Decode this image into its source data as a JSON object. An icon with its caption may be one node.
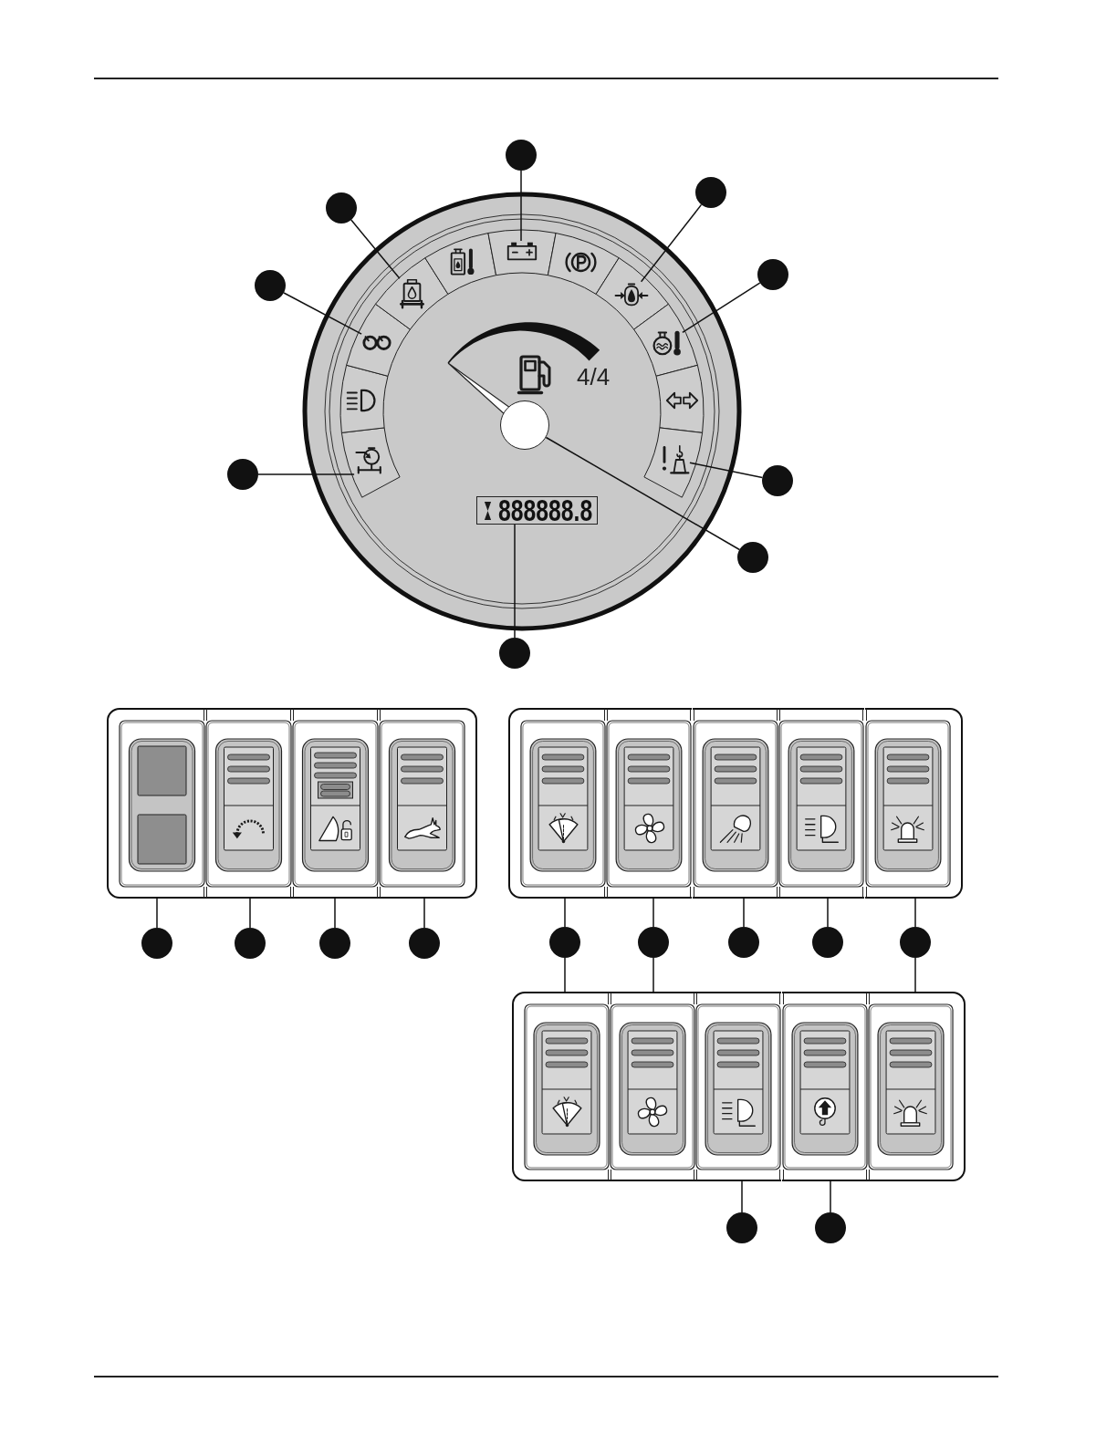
{
  "diagram": {
    "nodes": [
      {
        "text": [],
        "shape": "circle"
      },
      {
        "text": [],
        "shape": "picture"
      },
      {
        "text": [],
        "shape": "circle"
      },
      {
        "text": [],
        "shape": "picture"
      },
      {
        "text": [],
        "shape": "circle"
      },
      {
        "text": [],
        "shape": "picture"
      },
      {
        "text": [],
        "shape": "circle"
      },
      {
        "text": [],
        "shape": "picture"
      },
      {
        "text": [],
        "shape": "circle"
      },
      {
        "text": [],
        "shape": "picture"
      },
      {
        "text": [],
        "shape": "circle"
      },
      {
        "text": [],
        "shape": "picture"
      },
      {
        "text": [],
        "shape": "circle"
      },
      {
        "text": [],
        "shape": "picture"
      },
      {
        "text": [],
        "shape": "circle"
      },
      {
        "text": [],
        "shape": "circle"
      },
      {
        "text": [],
        "shape": "circle"
      },
      {
        "text": [
          "888888.8"
        ]
      },
      {
        "text": [],
        "shape": "picture"
      },
      {
        "text": [],
        "shape": "picture"
      },
      {
        "text": [],
        "shape": "picture"
      },
      {
        "text": [],
        "shape": "picture"
      },
      {
        "text": [],
        "shape": "circle"
      },
      {
        "text": [],
        "shape": "circle"
      },
      {
        "text": [],
        "shape": "circle"
      },
      {
        "text": [],
        "shape": "circle"
      },
      {
        "text": [],
        "shape": "picture"
      },
      {
        "text": [],
        "shape": "picture"
      },
      {
        "text": [],
        "shape": "picture"
      },
      {
        "text": [],
        "shape": "picture"
      },
      {
        "text": [],
        "shape": "picture"
      },
      {
        "text": [],
        "shape": "circle"
      },
      {
        "text": [],
        "shape": "circle"
      },
      {
        "text": [],
        "shape": "circle"
      },
      {
        "text": [],
        "shape": "circle"
      },
      {
        "text": [],
        "shape": "circle"
      },
      {
        "text": [],
        "shape": "picture"
      },
      {
        "text": [],
        "shape": "picture"
      },
      {
        "text": [],
        "shape": "picture"
      },
      {
        "text": [],
        "shape": "picture"
      },
      {
        "text": [],
        "shape": "picture"
      },
      {
        "text": [],
        "shape": "circle"
      },
      {
        "text": [],
        "shape": "circle"
      }
    ],
    "edges": [
      {
        "from": 0,
        "to": 1,
        "arrow": "none"
      },
      {
        "from": 2,
        "to": 3,
        "arrow": "none"
      },
      {
        "from": 4,
        "to": 5,
        "arrow": "none"
      },
      {
        "from": 6,
        "to": 7,
        "arrow": "none"
      },
      {
        "from": 8,
        "to": 9,
        "arrow": "none"
      },
      {
        "from": 10,
        "to": 11,
        "arrow": "none"
      },
      {
        "from": 12,
        "to": 13,
        "arrow": "none"
      },
      {
        "from": 14,
        "to": 15,
        "arrow": "none"
      },
      {
        "from": 16,
        "to": 17,
        "arrow": "none"
      },
      {
        "from": 22,
        "to": 18,
        "arrow": "none"
      },
      {
        "from": 23,
        "to": 19,
        "arrow": "none"
      },
      {
        "from": 24,
        "to": 20,
        "arrow": "none"
      },
      {
        "from": 25,
        "to": 21,
        "arrow": "none"
      },
      {
        "from": 31,
        "to": 26,
        "arrow": "none"
      },
      {
        "from": 32,
        "to": 27,
        "arrow": "none"
      },
      {
        "from": 33,
        "to": 28,
        "arrow": "none"
      },
      {
        "from": 34,
        "to": 29,
        "arrow": "none"
      },
      {
        "from": 35,
        "to": 30,
        "arrow": "none"
      },
      {
        "from": 31,
        "to": 36,
        "arrow": "none"
      },
      {
        "from": 32,
        "to": 37,
        "arrow": "none"
      },
      {
        "from": 35,
        "to": 40,
        "arrow": "none"
      },
      {
        "from": 41,
        "to": 38,
        "arrow": "none"
      },
      {
        "from": 42,
        "to": 39,
        "arrow": "none"
      }
    ],
    "labels": [
      "4/4"
    ]
  }
}
